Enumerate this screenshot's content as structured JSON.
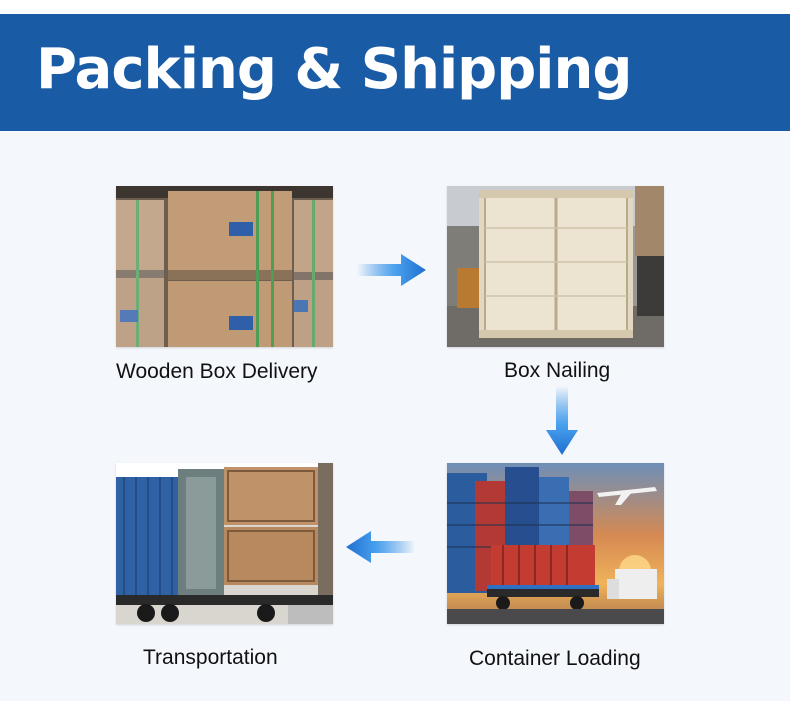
{
  "header": {
    "title": "Packing & Shipping",
    "background": "#1a5ba6"
  },
  "steps": [
    {
      "label": "Wooden Box Delivery",
      "image": "wooden-boxes-photo"
    },
    {
      "label": "Box Nailing",
      "image": "nailed-crate-photo"
    },
    {
      "label": "Container Loading",
      "image": "container-port-photo"
    },
    {
      "label": "Transportation",
      "image": "truck-container-photo"
    }
  ],
  "flow_arrows": [
    "arrow-right-icon",
    "arrow-down-icon",
    "arrow-left-icon"
  ],
  "colors": {
    "arrow": "#2a86e0",
    "page_background": "#f4f7fc"
  }
}
